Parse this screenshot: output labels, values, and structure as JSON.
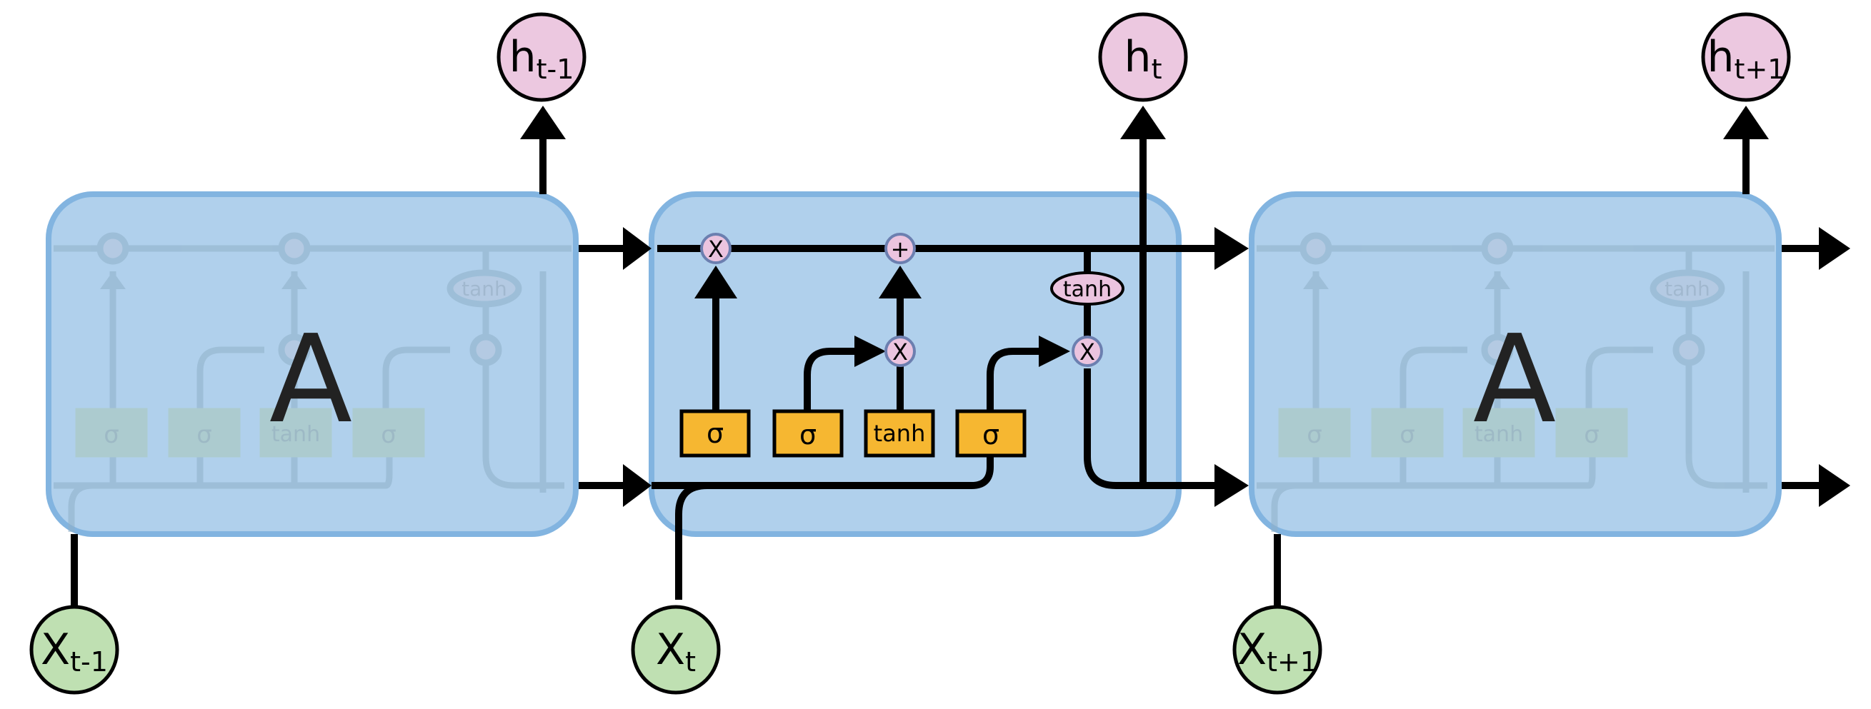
{
  "colors": {
    "cell_fill": "#b0d0ec",
    "cell_stroke": "#82b4e0",
    "output_node": "#ecc8e0",
    "input_node": "#bfe0b2",
    "gate": "#f6b731",
    "op_node": "#ebc4df",
    "line": "#000000"
  },
  "outputs": [
    {
      "base": "h",
      "sub": "t-1"
    },
    {
      "base": "h",
      "sub": "t"
    },
    {
      "base": "h",
      "sub": "t+1"
    }
  ],
  "inputs": [
    {
      "base": "X",
      "sub": "t-1"
    },
    {
      "base": "X",
      "sub": "t"
    },
    {
      "base": "X",
      "sub": "t+1"
    }
  ],
  "cells": [
    {
      "label": "A"
    },
    {
      "label": ""
    },
    {
      "label": "A"
    }
  ],
  "gates": [
    "σ",
    "σ",
    "tanh",
    "σ"
  ],
  "ops": {
    "multiply": "X",
    "add": "+",
    "tanh": "tanh"
  },
  "icons": {
    "arrow": "arrow-icon"
  }
}
